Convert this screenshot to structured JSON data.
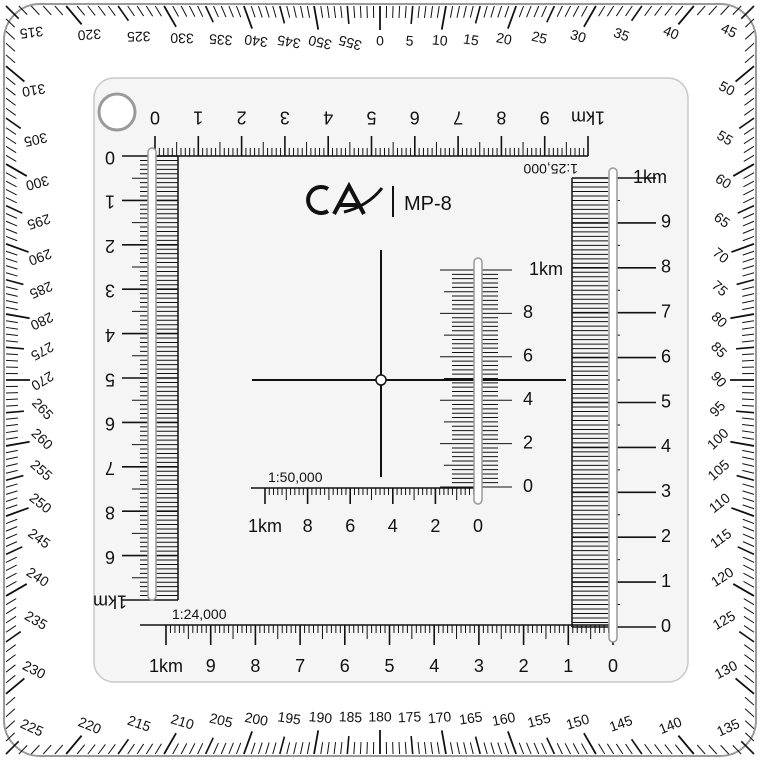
{
  "brand": {
    "logo_text": "CA",
    "model": "MP-8",
    "colors": {
      "ink": "#111111",
      "plate": "#f4f4f4",
      "border": "#c8c8c8",
      "accent": "#ffffff"
    }
  },
  "azimuth_ring": {
    "labels": [
      "0",
      "5",
      "10",
      "15",
      "20",
      "25",
      "30",
      "35",
      "40",
      "45",
      "50",
      "55",
      "60",
      "65",
      "70",
      "75",
      "80",
      "85",
      "90",
      "95",
      "100",
      "105",
      "110",
      "115",
      "120",
      "125",
      "130",
      "135",
      "140",
      "145",
      "150",
      "155",
      "160",
      "165",
      "170",
      "175",
      "180",
      "185",
      "190",
      "195",
      "200",
      "205",
      "210",
      "215",
      "220",
      "225",
      "230",
      "235",
      "240",
      "245",
      "250",
      "255",
      "260",
      "265",
      "270",
      "275",
      "280",
      "285",
      "290",
      "295",
      "300",
      "305",
      "310",
      "315",
      "320",
      "325",
      "330",
      "335",
      "340",
      "345",
      "350",
      "355"
    ]
  },
  "scales": {
    "top": {
      "ratio": "1:25,000",
      "labels": [
        "0",
        "1",
        "2",
        "3",
        "4",
        "5",
        "6",
        "7",
        "8",
        "9",
        "1km"
      ]
    },
    "left": {
      "labels": [
        "0",
        "1",
        "2",
        "3",
        "4",
        "5",
        "6",
        "7",
        "8",
        "6",
        "1km"
      ]
    },
    "right": {
      "labels": [
        "0",
        "1",
        "2",
        "3",
        "4",
        "5",
        "6",
        "7",
        "8",
        "9",
        "1km"
      ]
    },
    "bottom": {
      "ratio": "1:24,000",
      "labels": [
        "0",
        "1",
        "2",
        "3",
        "4",
        "5",
        "6",
        "7",
        "8",
        "9",
        "1km"
      ]
    },
    "inner_horizontal": {
      "ratio": "1:50,000",
      "labels": [
        "0",
        "2",
        "4",
        "6",
        "8",
        "1km"
      ]
    },
    "inner_vertical": {
      "labels": [
        "0",
        "2",
        "4",
        "6",
        "8",
        "1km"
      ]
    }
  },
  "icons": [
    "hanging-hole-icon",
    "crosshair-icon",
    "slot-icon"
  ]
}
